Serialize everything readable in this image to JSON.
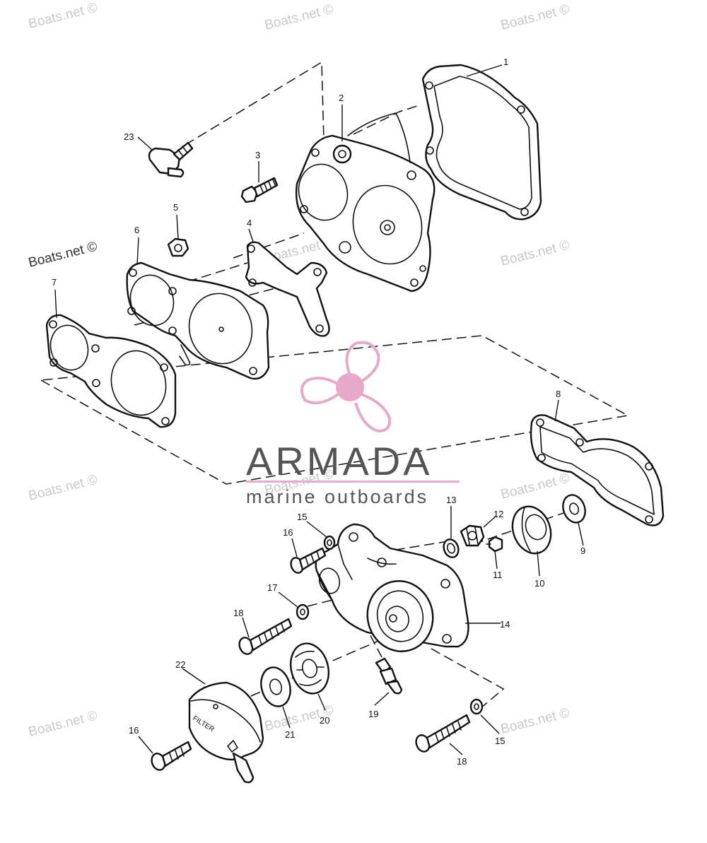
{
  "watermark": {
    "text": "Boats.net ©",
    "color": "#c8c8c8"
  },
  "brand": {
    "name": "ARMADA",
    "tagline": "marine outboards",
    "logo_color": "#e8a8c8",
    "text_color": "#555555"
  },
  "cover_stamp": "FILTER",
  "parts": [
    {
      "ref": "1"
    },
    {
      "ref": "2"
    },
    {
      "ref": "3"
    },
    {
      "ref": "4"
    },
    {
      "ref": "5"
    },
    {
      "ref": "6"
    },
    {
      "ref": "7"
    },
    {
      "ref": "8"
    },
    {
      "ref": "9"
    },
    {
      "ref": "10"
    },
    {
      "ref": "11"
    },
    {
      "ref": "12"
    },
    {
      "ref": "13"
    },
    {
      "ref": "14"
    },
    {
      "ref": "15"
    },
    {
      "ref": "15"
    },
    {
      "ref": "16"
    },
    {
      "ref": "16"
    },
    {
      "ref": "17"
    },
    {
      "ref": "18"
    },
    {
      "ref": "18"
    },
    {
      "ref": "19"
    },
    {
      "ref": "20"
    },
    {
      "ref": "21"
    },
    {
      "ref": "22"
    },
    {
      "ref": "23"
    }
  ]
}
